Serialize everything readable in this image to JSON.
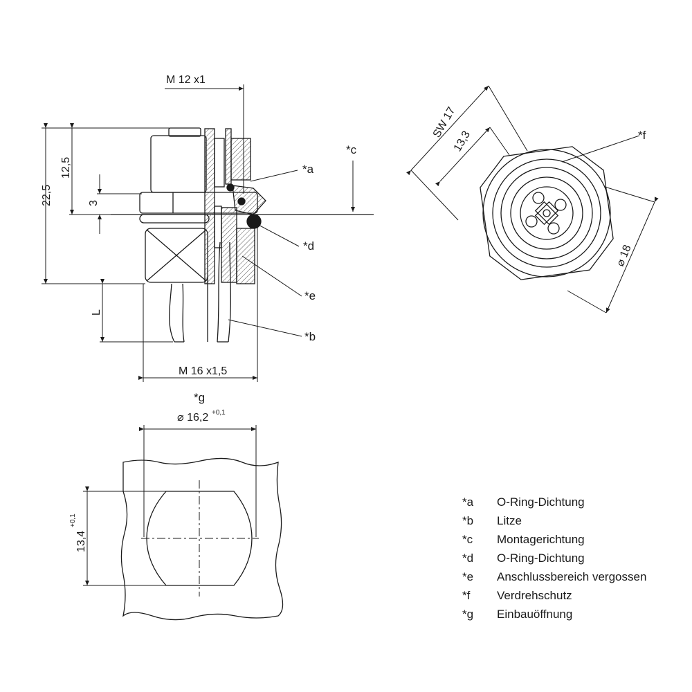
{
  "dimensions": {
    "thread_top": "M 12 x1",
    "total_height": "22,5",
    "upper_height": "12,5",
    "flange": "3",
    "length": "L",
    "thread_bottom": "M 16 x1,5",
    "wrench_size": "SW 17",
    "across_flats": "13,3",
    "outer_diameter": "⌀ 18",
    "cutout_label": "*g",
    "cutout_diameter": "⌀ 16,2",
    "cutout_diameter_tol": "+0,1",
    "cutout_height": "13,4",
    "cutout_height_tol": "+0,1"
  },
  "callouts": {
    "a": "*a",
    "b": "*b",
    "c": "*c",
    "d": "*d",
    "e": "*e",
    "f": "*f"
  },
  "legend": [
    {
      "key": "*a",
      "text": "O-Ring-Dichtung"
    },
    {
      "key": "*b",
      "text": "Litze"
    },
    {
      "key": "*c",
      "text": "Montagerichtung"
    },
    {
      "key": "*d",
      "text": "O-Ring-Dichtung"
    },
    {
      "key": "*e",
      "text": "Anschlussbereich vergossen"
    },
    {
      "key": "*f",
      "text": "Verdrehschutz"
    },
    {
      "key": "*g",
      "text": "Einbauöffnung"
    }
  ],
  "colors": {
    "line": "#1a1a1a",
    "hatch": "#555555",
    "background": "#ffffff"
  }
}
